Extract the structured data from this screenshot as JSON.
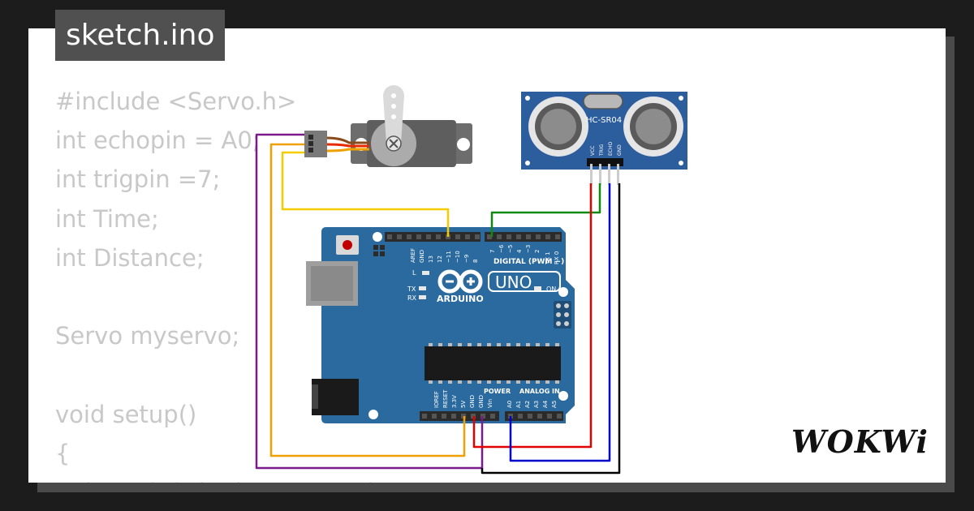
{
  "tab": {
    "filename": "sketch.ino"
  },
  "code_lines": [
    "#include <Servo.h>",
    "int echopin = A0;",
    "int trigpin =7;",
    "int Time;",
    "int Distance;",
    "",
    "Servo myservo;",
    "",
    "void setup()",
    "{",
    "  pinMode(trigpin, OUTPUT);"
  ],
  "sensor": {
    "label": "HC-SR04",
    "pins": [
      "VCC",
      "TRIG",
      "ECHO",
      "GND"
    ]
  },
  "board": {
    "model": "UNO",
    "brand": "ARDUINO",
    "digital_header": "DIGITAL (PWM ~)",
    "top_pins": [
      "AREF",
      "GND",
      "13",
      "12",
      "~11",
      "~10",
      "~9",
      "8",
      "7",
      "~6",
      "~5",
      "4",
      "~3",
      "2",
      "TX 1",
      "RX 0"
    ],
    "power_label": "POWER",
    "power_pins": [
      "IOREF",
      "RESET",
      "3.3V",
      "5V",
      "GND",
      "GND",
      "Vin"
    ],
    "analog_label": "ANALOG IN",
    "analog_pins": [
      "A0",
      "A1",
      "A2",
      "A3",
      "A4",
      "A5"
    ],
    "leds": {
      "l": "L",
      "tx": "TX",
      "rx": "RX",
      "on": "ON"
    }
  },
  "logo": {
    "text": "WOKWi"
  },
  "colors": {
    "board_blue": "#2a6a9e",
    "sensor_blue": "#2c5d9c",
    "wire_purple": "#7b1a8a",
    "wire_orange": "#f0a000",
    "wire_yellow": "#f4cc00",
    "wire_green": "#118a11",
    "wire_red": "#e00000",
    "wire_blue": "#0000cc",
    "wire_black": "#000000"
  }
}
